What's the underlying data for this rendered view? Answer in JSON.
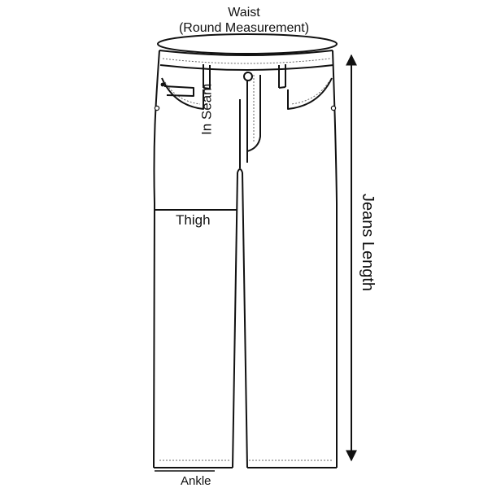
{
  "labels": {
    "waist_title": "Waist",
    "waist_subtitle": "(Round Measurement)",
    "in_seam": "In Seam",
    "thigh": "Thigh",
    "jeans_length": "Jeans Length",
    "ankle": "Ankle"
  },
  "colors": {
    "line": "#111111",
    "stitch": "#666666",
    "background": "#ffffff"
  }
}
